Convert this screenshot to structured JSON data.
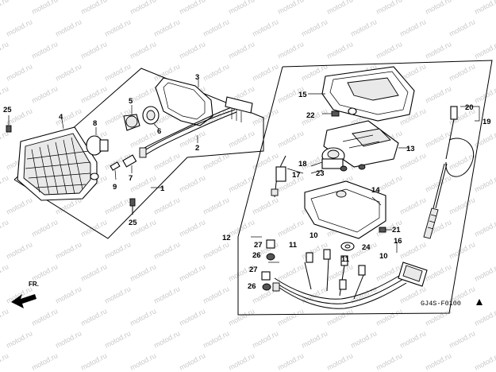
{
  "watermark": "motod.ru",
  "diagram_code": "GJ4S-F0100",
  "front_label": "FR.",
  "callouts": {
    "n1": "1",
    "n2": "2",
    "n3": "3",
    "n4": "4",
    "n5": "5",
    "n6": "6",
    "n7": "7",
    "n8": "8",
    "n9": "9",
    "n10a": "10",
    "n10b": "10",
    "n11a": "11",
    "n11b": "11",
    "n12": "12",
    "n13": "13",
    "n14": "14",
    "n15": "15",
    "n16": "16",
    "n17": "17",
    "n18": "18",
    "n19": "19",
    "n20": "20",
    "n21": "21",
    "n22": "22",
    "n23": "23",
    "n24": "24",
    "n25a": "25",
    "n25b": "25",
    "n26a": "26",
    "n26b": "26",
    "n27a": "27",
    "n27b": "27"
  }
}
